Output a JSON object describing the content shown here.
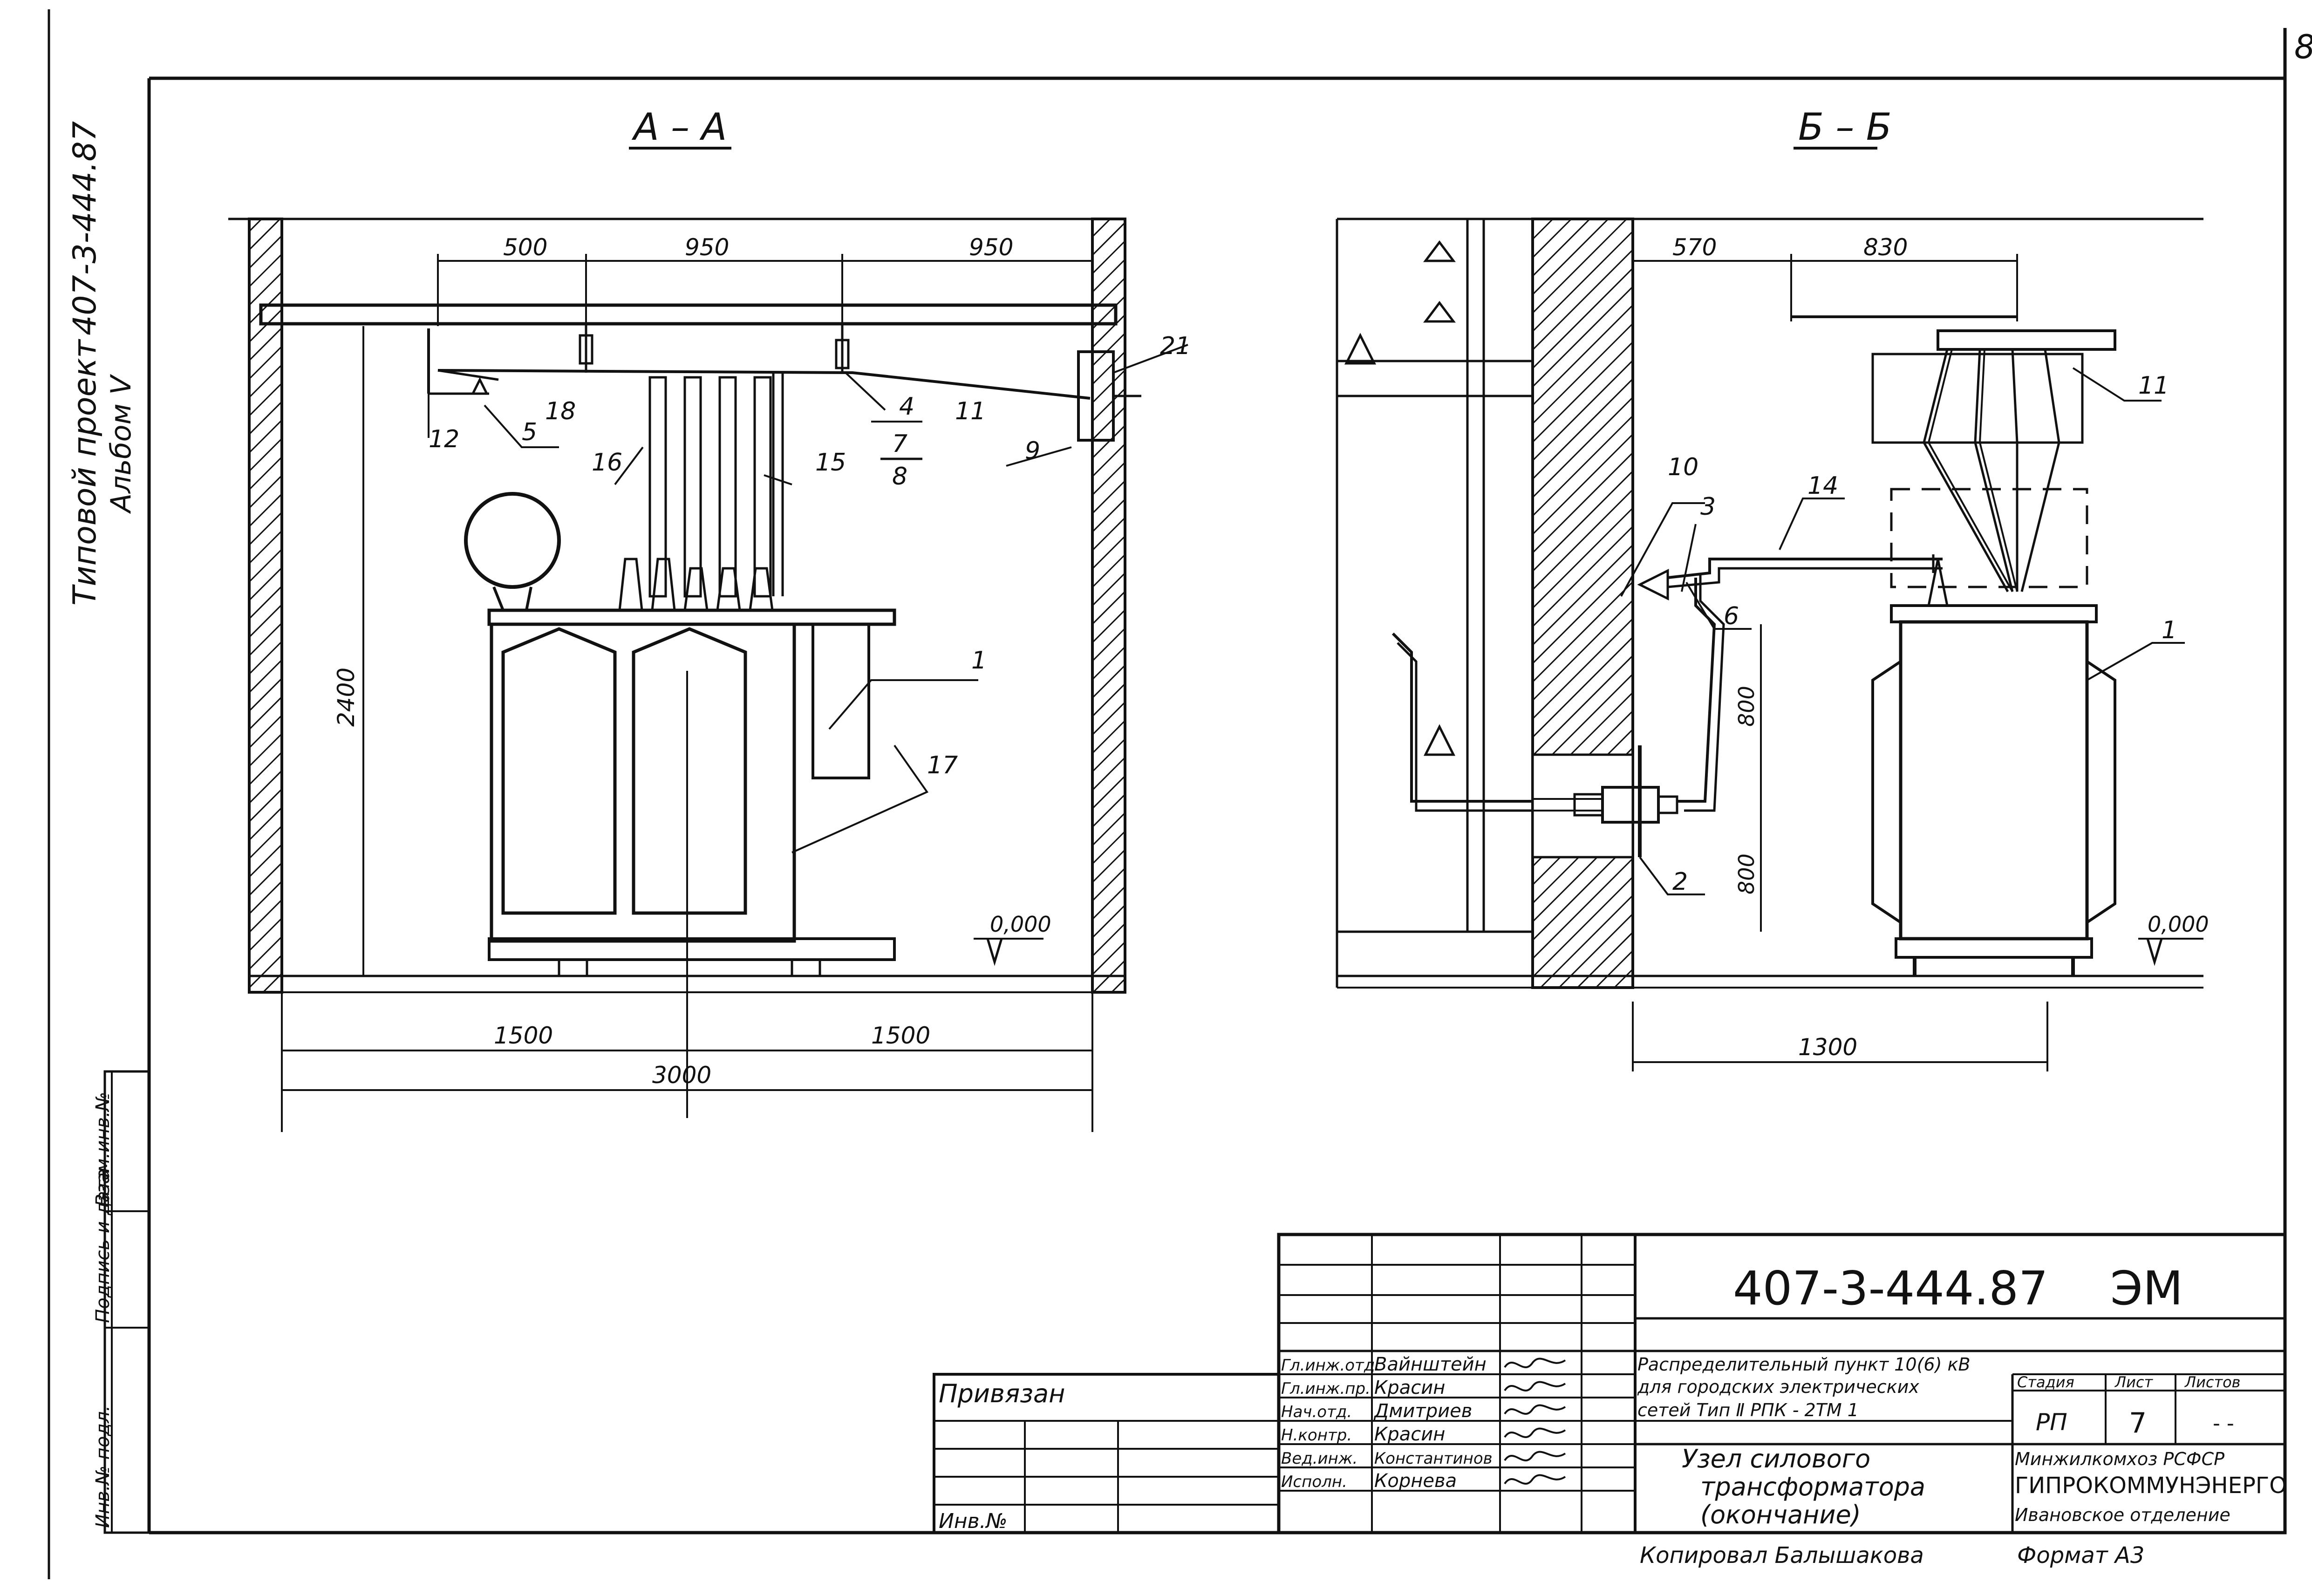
{
  "page": {
    "sheet_number": "8"
  },
  "left_margin": {
    "project_label": "Типовой проект",
    "project_code": "407-3-444.87",
    "album": "Альбом Ⅴ",
    "col_inv": "Инв.№ подл.",
    "col_sign": "Подпись и дата",
    "col_replace": "Взам.инв.№"
  },
  "section_a": {
    "title": "А – А",
    "dims": {
      "d1": "500",
      "d2": "950",
      "d3": "950",
      "height": "2400",
      "half_left": "1500",
      "half_right": "1500",
      "total": "3000",
      "level": "0,000"
    },
    "callouts": [
      "1",
      "4",
      "5",
      "9",
      "11",
      "12",
      "15",
      "16",
      "17",
      "18",
      "21"
    ],
    "fraction": {
      "num": "7",
      "den": "8"
    }
  },
  "section_b": {
    "title": "Б – Б",
    "dims": {
      "d1": "570",
      "d2": "830",
      "upper": "800",
      "lower": "800",
      "width": "1300",
      "level": "0,000"
    },
    "callouts": [
      "1",
      "2",
      "3",
      "6",
      "10",
      "11",
      "14"
    ]
  },
  "title_block": {
    "doc_code": "407-3-444.87",
    "section": "ЭМ",
    "privyazan": "Привязан",
    "inv_no": "Инв.№",
    "roles": [
      {
        "role": "Гл.инж.отд.",
        "name": "Вайнштейн"
      },
      {
        "role": "Гл.инж.пр.",
        "name": "Красин"
      },
      {
        "role": "Нач.отд.",
        "name": "Дмитриев"
      },
      {
        "role": "Н.контр.",
        "name": "Красин"
      },
      {
        "role": "Вед.инж.",
        "name": "Константинов"
      },
      {
        "role": "Исполн.",
        "name": "Корнева"
      }
    ],
    "project_desc_1": "Распределительный пункт 10(6) кВ",
    "project_desc_2": "для городских электрических",
    "project_desc_3": "сетей   Тип Ⅱ РПК - 2ТМ 1",
    "sheet_title_1": "Узел   силового",
    "sheet_title_2": "трансформатора",
    "sheet_title_3": "(окончание)",
    "stage_label": "Стадия",
    "sheet_label": "Лист",
    "sheets_label": "Листов",
    "stage": "РП",
    "sheet": "7",
    "sheets": "- -",
    "org_1": "Минжилкомхоз РСФСР",
    "org_2": "ГИПРОКОММУНЭНЕРГО",
    "org_3": "Ивановское отделение",
    "copied_by": "Копировал  Балышакова",
    "format": "Формат  А3"
  }
}
